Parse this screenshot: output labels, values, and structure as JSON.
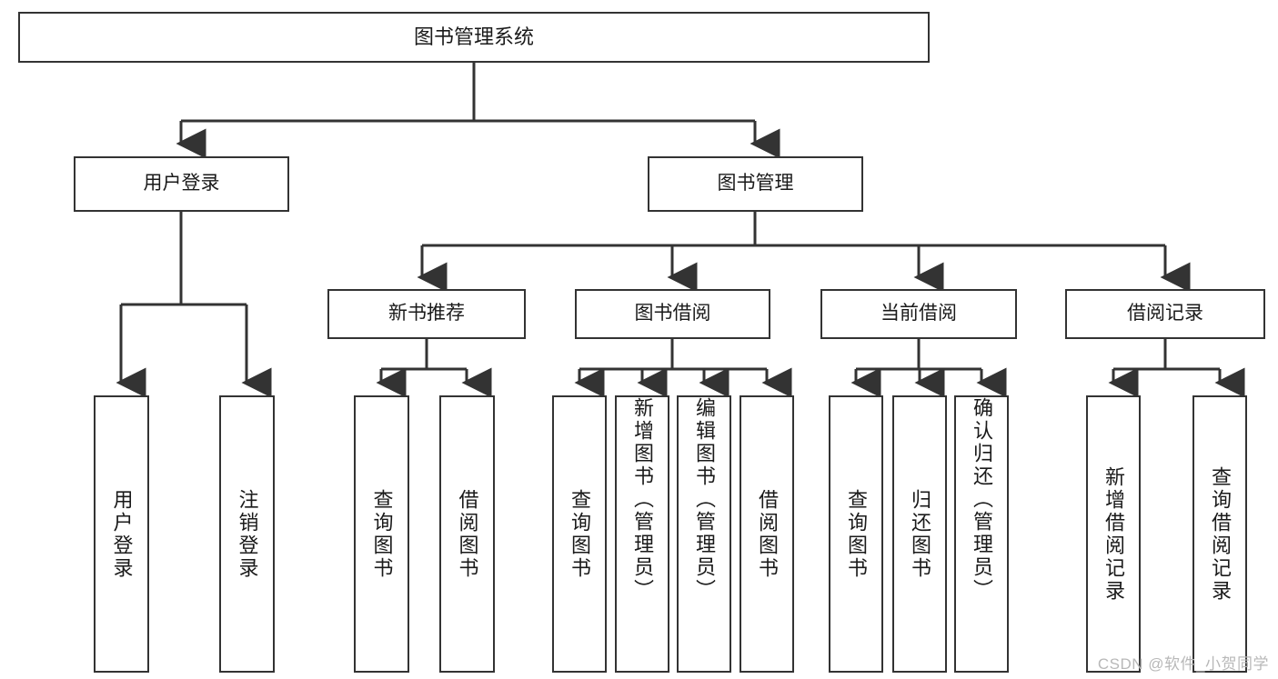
{
  "diagram": {
    "title": "图书管理系统",
    "watermark": "CSDN @软件_小贺同学",
    "colors": {
      "background": "#ffffff",
      "node_border": "#333333",
      "node_fill": "#ffffff",
      "edge": "#333333",
      "text": "#1a1a1a",
      "watermark": "#b8b8b8"
    },
    "nodes": {
      "root": {
        "label": "图书管理系统"
      },
      "level1": [
        {
          "id": "user-login",
          "label": "用户登录"
        },
        {
          "id": "book-manage",
          "label": "图书管理"
        }
      ],
      "level2": [
        {
          "id": "new-book-recommend",
          "label": "新书推荐"
        },
        {
          "id": "book-borrow",
          "label": "图书借阅"
        },
        {
          "id": "current-borrow",
          "label": "当前借阅"
        },
        {
          "id": "borrow-record",
          "label": "借阅记录"
        }
      ],
      "leaves": {
        "user_login": [
          {
            "id": "leaf-user-login",
            "label": "用户登录"
          },
          {
            "id": "leaf-logout",
            "label": "注销登录"
          }
        ],
        "new_book_recommend": [
          {
            "id": "leaf-query-book-1",
            "label": "查询图书"
          },
          {
            "id": "leaf-borrow-book-1",
            "label": "借阅图书"
          }
        ],
        "book_borrow": [
          {
            "id": "leaf-query-book-2",
            "label": "查询图书"
          },
          {
            "id": "leaf-add-book",
            "label": "新增图书（管理员）"
          },
          {
            "id": "leaf-edit-book",
            "label": "编辑图书（管理员）"
          },
          {
            "id": "leaf-borrow-book-2",
            "label": "借阅图书"
          }
        ],
        "current_borrow": [
          {
            "id": "leaf-query-book-3",
            "label": "查询图书"
          },
          {
            "id": "leaf-return-book",
            "label": "归还图书"
          },
          {
            "id": "leaf-confirm-return",
            "label": "确认归还（管理员）"
          }
        ],
        "borrow_record": [
          {
            "id": "leaf-add-record",
            "label": "新增借阅记录"
          },
          {
            "id": "leaf-query-record",
            "label": "查询借阅记录"
          }
        ]
      }
    }
  }
}
